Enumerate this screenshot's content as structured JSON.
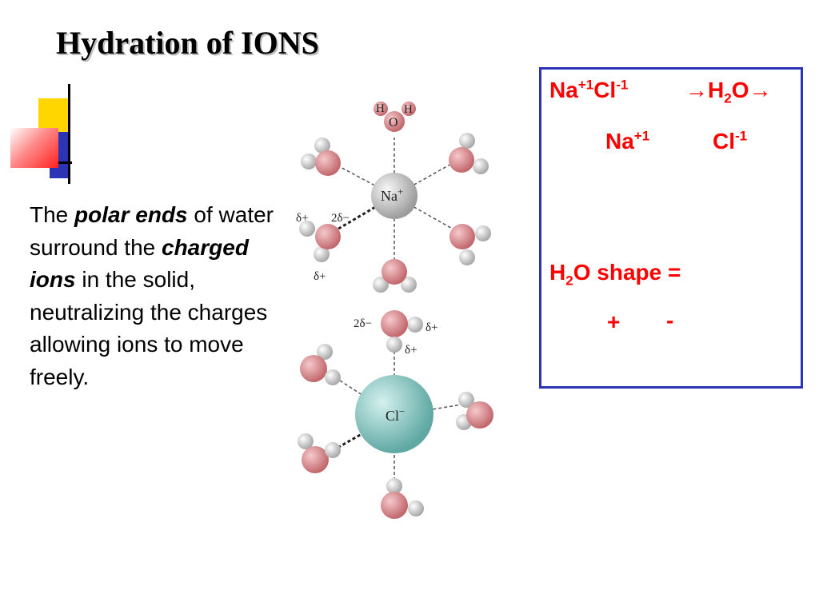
{
  "slide": {
    "title": "Hydration of IONS"
  },
  "text_block": {
    "p1": "The ",
    "e1": "polar ends",
    "p2": " of water surround the ",
    "e2": "charged ions",
    "p3": " in the solid, neutralizing the charges allowing ions to move freely."
  },
  "figure": {
    "na": {
      "symbol": "Na",
      "charge": "+"
    },
    "cl": {
      "symbol": "Cl",
      "charge": "−"
    },
    "labels": {
      "h": "H",
      "o": "O",
      "delta_plus": "δ+",
      "two_delta_minus": "2δ−"
    },
    "colors": {
      "oxygen": "#d9868a",
      "hydrogen": "#dedede",
      "na": "#cfcfcf",
      "cl": "#8fcfcb"
    }
  },
  "box": {
    "line1": {
      "na": "Na",
      "na_charge": "+1",
      "cl": "Cl",
      "cl_charge": "-1",
      "arrow": "→",
      "h": "H",
      "sub": "2",
      "o": "O"
    },
    "line2": {
      "na": "Na",
      "na_charge": "+1",
      "cl": "Cl",
      "cl_charge": "-1"
    },
    "shape": {
      "h": "H",
      "sub": "2",
      "rest": "O shape ="
    },
    "signs": {
      "plus": "+",
      "minus": "-"
    },
    "border_color": "#2b34b5",
    "text_color": "#ff0000"
  }
}
